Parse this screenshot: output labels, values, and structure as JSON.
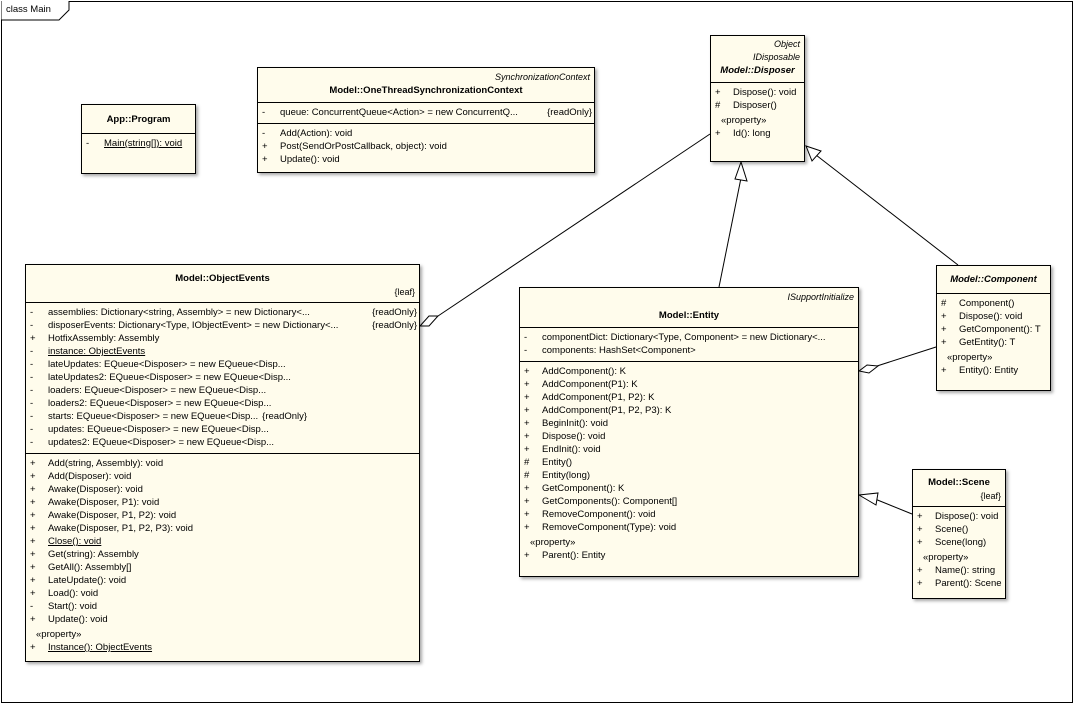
{
  "diagram_label": "class Main",
  "classes": {
    "program": {
      "name": "App::Program",
      "ops": [
        {
          "vis": "-",
          "text": "Main(string[]): void",
          "static": true
        }
      ]
    },
    "sync": {
      "stereotype": "SynchronizationContext",
      "name": "Model::OneThreadSynchronizationContext",
      "attrs": [
        {
          "vis": "-",
          "text": "queue: ConcurrentQueue<Action> = new ConcurrentQ...",
          "trail": "{readOnly}"
        }
      ],
      "ops": [
        {
          "vis": "-",
          "text": "Add(Action): void"
        },
        {
          "vis": "+",
          "text": "Post(SendOrPostCallback, object): void"
        },
        {
          "vis": "+",
          "text": "Update(): void"
        }
      ]
    },
    "disposer": {
      "stereotype1": "Object",
      "stereotype2": "IDisposable",
      "name": "Model::Disposer",
      "ops": [
        {
          "vis": "+",
          "text": "Dispose(): void"
        },
        {
          "vis": "#",
          "text": "Disposer()"
        }
      ],
      "prop_label": "«property»",
      "props": [
        {
          "vis": "+",
          "text": "Id(): long"
        }
      ]
    },
    "objectevents": {
      "name": "Model::ObjectEvents",
      "leaf": "{leaf}",
      "attrs": [
        {
          "vis": "-",
          "text": "assemblies: Dictionary<string, Assembly> = new Dictionary<...",
          "trail": "{readOnly}"
        },
        {
          "vis": "-",
          "text": "disposerEvents: Dictionary<Type, IObjectEvent> = new Dictionary<...",
          "trail": "{readOnly}"
        },
        {
          "vis": "+",
          "text": "HotfixAssembly: Assembly"
        },
        {
          "vis": "-",
          "text": "instance: ObjectEvents",
          "static": true
        },
        {
          "vis": "-",
          "text": "lateUpdates: EQueue<Disposer> = new EQueue<Disp..."
        },
        {
          "vis": "-",
          "text": "lateUpdates2: EQueue<Disposer> = new EQueue<Disp..."
        },
        {
          "vis": "-",
          "text": "loaders: EQueue<Disposer> = new EQueue<Disp..."
        },
        {
          "vis": "-",
          "text": "loaders2: EQueue<Disposer> = new EQueue<Disp..."
        },
        {
          "vis": "-",
          "text": "starts: EQueue<Disposer> = new EQueue<Disp...",
          "trail": "{readOnly}"
        },
        {
          "vis": "-",
          "text": "updates: EQueue<Disposer> = new EQueue<Disp..."
        },
        {
          "vis": "-",
          "text": "updates2: EQueue<Disposer> = new EQueue<Disp..."
        }
      ],
      "ops": [
        {
          "vis": "+",
          "text": "Add(string, Assembly): void"
        },
        {
          "vis": "+",
          "text": "Add(Disposer): void"
        },
        {
          "vis": "+",
          "text": "Awake(Disposer): void"
        },
        {
          "vis": "+",
          "text": "Awake(Disposer, P1): void"
        },
        {
          "vis": "+",
          "text": "Awake(Disposer, P1, P2): void"
        },
        {
          "vis": "+",
          "text": "Awake(Disposer, P1, P2, P3): void"
        },
        {
          "vis": "+",
          "text": "Close(): void",
          "static": true
        },
        {
          "vis": "+",
          "text": "Get(string): Assembly"
        },
        {
          "vis": "+",
          "text": "GetAll(): Assembly[]"
        },
        {
          "vis": "+",
          "text": "LateUpdate(): void"
        },
        {
          "vis": "+",
          "text": "Load(): void"
        },
        {
          "vis": "-",
          "text": "Start(): void"
        },
        {
          "vis": "+",
          "text": "Update(): void"
        }
      ],
      "prop_label": "«property»",
      "props": [
        {
          "vis": "+",
          "text": "Instance(): ObjectEvents",
          "static": true
        }
      ]
    },
    "entity": {
      "stereotype": "ISupportInitialize",
      "name": "Model::Entity",
      "attrs": [
        {
          "vis": "-",
          "text": "componentDict: Dictionary<Type, Component> = new Dictionary<..."
        },
        {
          "vis": "-",
          "text": "components: HashSet<Component>"
        }
      ],
      "ops": [
        {
          "vis": "+",
          "text": "AddComponent(): K"
        },
        {
          "vis": "+",
          "text": "AddComponent(P1): K"
        },
        {
          "vis": "+",
          "text": "AddComponent(P1, P2): K"
        },
        {
          "vis": "+",
          "text": "AddComponent(P1, P2, P3): K"
        },
        {
          "vis": "+",
          "text": "BeginInit(): void"
        },
        {
          "vis": "+",
          "text": "Dispose(): void"
        },
        {
          "vis": "+",
          "text": "EndInit(): void"
        },
        {
          "vis": "#",
          "text": "Entity()"
        },
        {
          "vis": "#",
          "text": "Entity(long)"
        },
        {
          "vis": "+",
          "text": "GetComponent(): K"
        },
        {
          "vis": "+",
          "text": "GetComponents(): Component[]"
        },
        {
          "vis": "+",
          "text": "RemoveComponent(): void"
        },
        {
          "vis": "+",
          "text": "RemoveComponent(Type): void"
        }
      ],
      "prop_label": "«property»",
      "props": [
        {
          "vis": "+",
          "text": "Parent(): Entity"
        }
      ]
    },
    "component": {
      "name": "Model::Component",
      "ops": [
        {
          "vis": "#",
          "text": "Component()"
        },
        {
          "vis": "+",
          "text": "Dispose(): void"
        },
        {
          "vis": "+",
          "text": "GetComponent(): T"
        },
        {
          "vis": "+",
          "text": "GetEntity(): T"
        }
      ],
      "prop_label": "«property»",
      "props": [
        {
          "vis": "+",
          "text": "Entity(): Entity"
        }
      ]
    },
    "scene": {
      "name": "Model::Scene",
      "leaf": "{leaf}",
      "ops": [
        {
          "vis": "+",
          "text": "Dispose(): void"
        },
        {
          "vis": "+",
          "text": "Scene()"
        },
        {
          "vis": "+",
          "text": "Scene(long)"
        }
      ],
      "prop_label": "«property»",
      "props": [
        {
          "vis": "+",
          "text": "Name(): string"
        },
        {
          "vis": "+",
          "text": "Parent(): Scene"
        }
      ]
    }
  }
}
